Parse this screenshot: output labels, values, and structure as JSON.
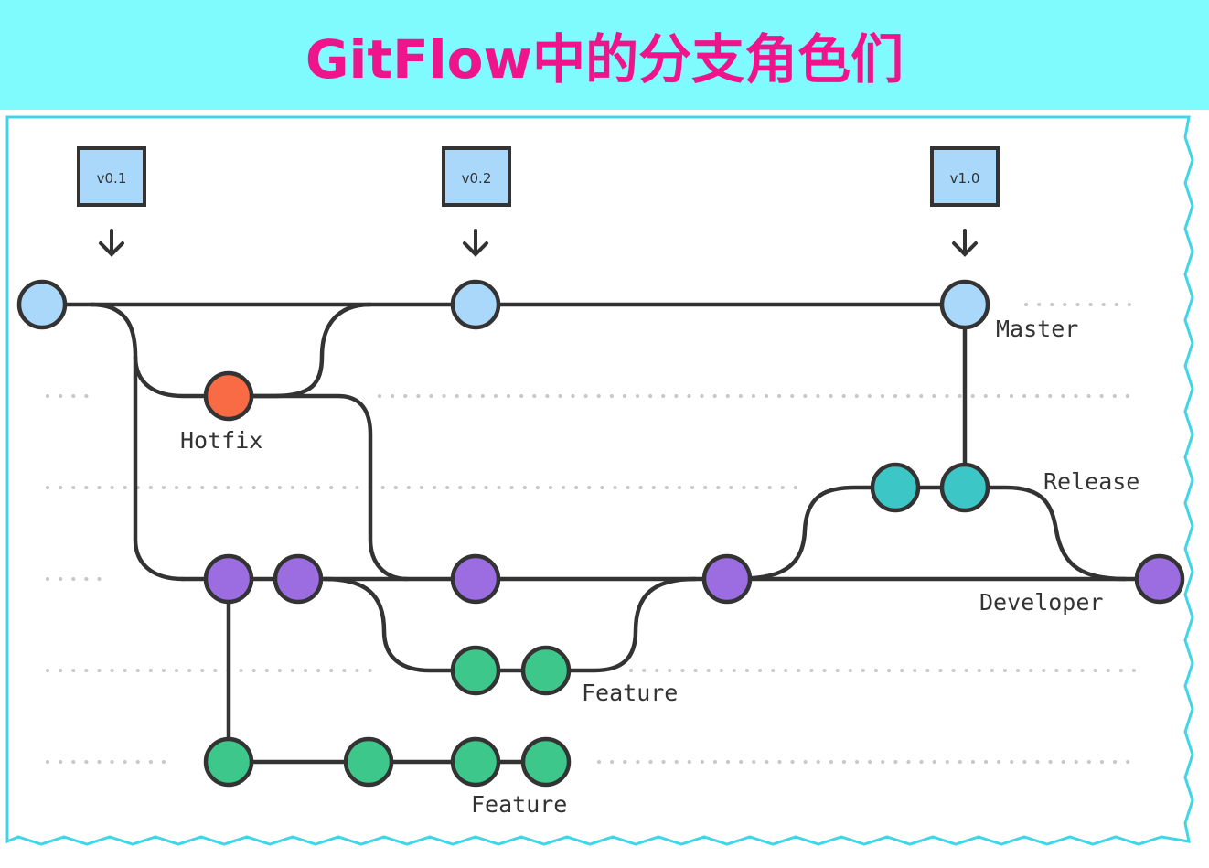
{
  "title": "GitFlow中的分支角色们",
  "colors": {
    "title_bg": "#80fbfd",
    "title_text": "#f0148c",
    "frame_border": "#3fd6e8",
    "line": "#333333",
    "dots": "#c8c8c8",
    "master": "#a9d8fb",
    "hotfix": "#f96b45",
    "release": "#3cc6c6",
    "develop": "#9b6de0",
    "feature": "#3ec78a",
    "tag_fill": "#a9d8fb"
  },
  "tags": [
    {
      "label": "v0.1"
    },
    {
      "label": "v0.2"
    },
    {
      "label": "v1.0"
    }
  ],
  "branch_labels": {
    "master": "Master",
    "hotfix": "Hotfix",
    "release": "Release",
    "developer": "Developer",
    "feature_upper": "Feature",
    "feature_lower": "Feature"
  }
}
